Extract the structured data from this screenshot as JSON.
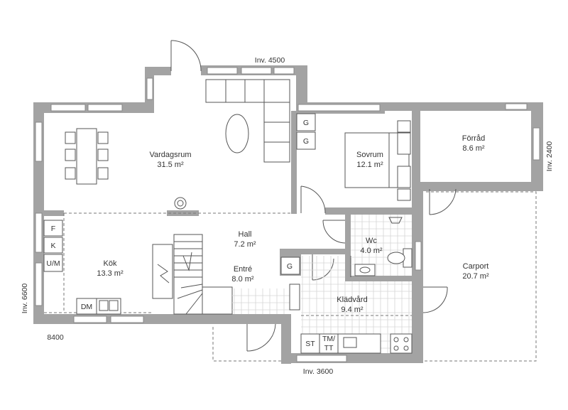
{
  "rooms": {
    "vardagsrum": {
      "name": "Vardagsrum",
      "area": "31.5 m²"
    },
    "sovrum": {
      "name": "Sovrum",
      "area": "12.1 m²"
    },
    "forrad": {
      "name": "Förråd",
      "area": "8.6 m²"
    },
    "hall": {
      "name": "Hall",
      "area": "7.2 m²"
    },
    "kok": {
      "name": "Kök",
      "area": "13.3 m²"
    },
    "entre": {
      "name": "Entré",
      "area": "8.0 m²"
    },
    "wc": {
      "name": "Wc",
      "area": "4.0 m²"
    },
    "carport": {
      "name": "Carport",
      "area": "20.7 m²"
    },
    "kladvard": {
      "name": "Klädvård",
      "area": "9.4 m²"
    }
  },
  "fixtures": {
    "g1": "G",
    "g2": "G",
    "g3": "G",
    "f": "F",
    "k": "K",
    "um": "U/M",
    "dm": "DM",
    "st": "ST",
    "tmtt": [
      "TM/",
      "TT"
    ]
  },
  "dimensions": {
    "top": "Inv. 4500",
    "right": "Inv. 2400",
    "left": "Inv. 6600",
    "overall": "8400",
    "bottom": "Inv. 3600"
  }
}
